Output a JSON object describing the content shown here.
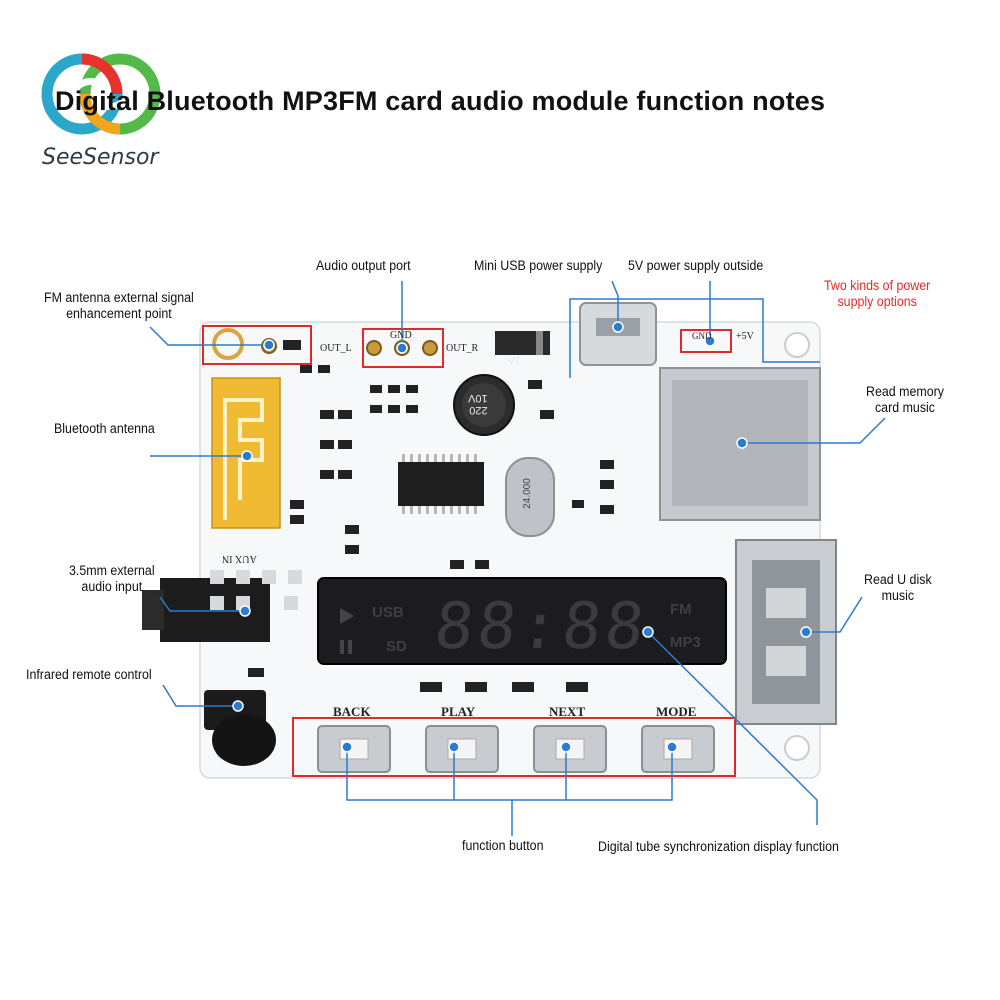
{
  "title": "Digital Bluetooth MP3FM card audio module function notes",
  "brand": {
    "name": "SeeSensor",
    "logo_colors": [
      "#2aa7c9",
      "#e7322b",
      "#f3a51b",
      "#53b948"
    ]
  },
  "callouts": {
    "audio_output": "Audio output port",
    "mini_usb": "Mini USB power supply",
    "five_v": "5V power supply outside",
    "two_kinds": "Two kinds of power\nsupply options",
    "fm_antenna": "FM antenna external signal\nenhancement point",
    "bluetooth_antenna": "Bluetooth antenna",
    "read_memory": "Read memory\ncard music",
    "aux_input": "3.5mm external\naudio input",
    "read_udisk": "Read U disk\nmusic",
    "infrared": "Infrared remote control",
    "function_button": "function button",
    "digital_tube": "Digital tube synchronization display function"
  },
  "board": {
    "silkscreen": {
      "out_l": "OUT_L",
      "out_r": "OUT_R",
      "gnd_audio": "GND",
      "gnd_power": "GND",
      "plus5v": "+5V",
      "aux_in": "AUX IN",
      "capacitor": "220\n10V",
      "capacitor_mark": "VT",
      "crystal": "24.000"
    },
    "buttons": [
      "BACK",
      "PLAY",
      "NEXT",
      "MODE"
    ],
    "display": {
      "usb": "USB",
      "sd": "SD",
      "fm": "FM",
      "mp3": "MP3",
      "digits": "88:88"
    }
  },
  "colors": {
    "callout_line": "#2b7bd0",
    "highlight_box": "#e02a2a",
    "red_text": "#e52b2b",
    "pcb": "#f7f8fa",
    "antenna": "#f0bb32"
  }
}
